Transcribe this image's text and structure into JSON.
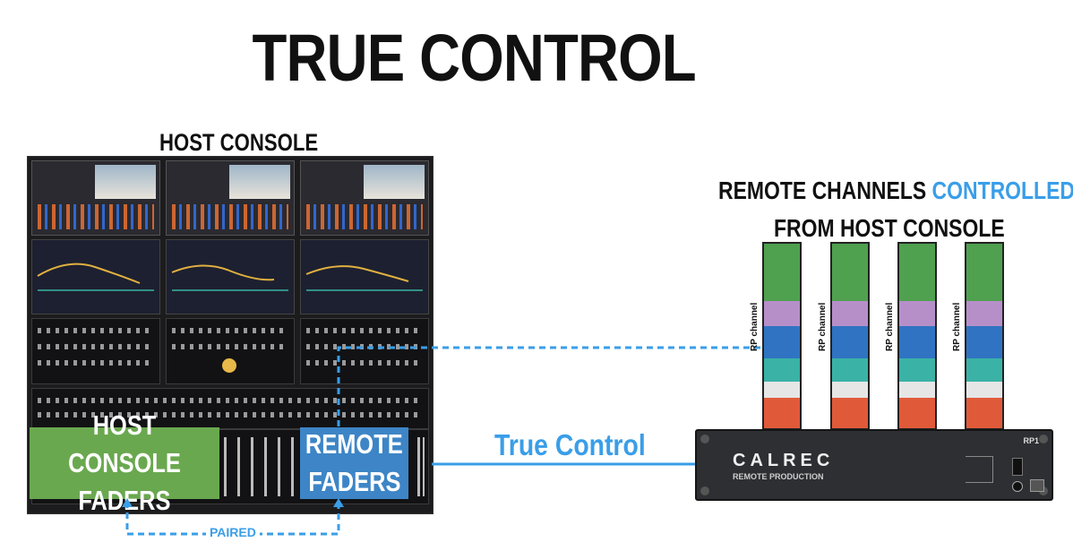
{
  "title": "TRUE CONTROL",
  "host": {
    "label": "HOST CONSOLE",
    "faders_label_1": "HOST CONSOLE",
    "faders_label_2": "FADERS",
    "remote_faders_1": "REMOTE",
    "remote_faders_2": "FADERS"
  },
  "remote": {
    "heading_part1": "REMOTE CHANNELS ",
    "heading_part2": "CONTROLLED",
    "heading_line2": "FROM HOST CONSOLE",
    "channel_label": "RP channel",
    "channel_count": 4
  },
  "link_label": "True Control",
  "paired_label": "PAIRED",
  "device": {
    "brand": "CALREC",
    "subtitle": "REMOTE PRODUCTION",
    "model": "RP1"
  },
  "colors": {
    "accent_blue": "#3a9ee8",
    "host_faders_green": "#6aa84f",
    "remote_faders_blue": "#3d85c6"
  }
}
